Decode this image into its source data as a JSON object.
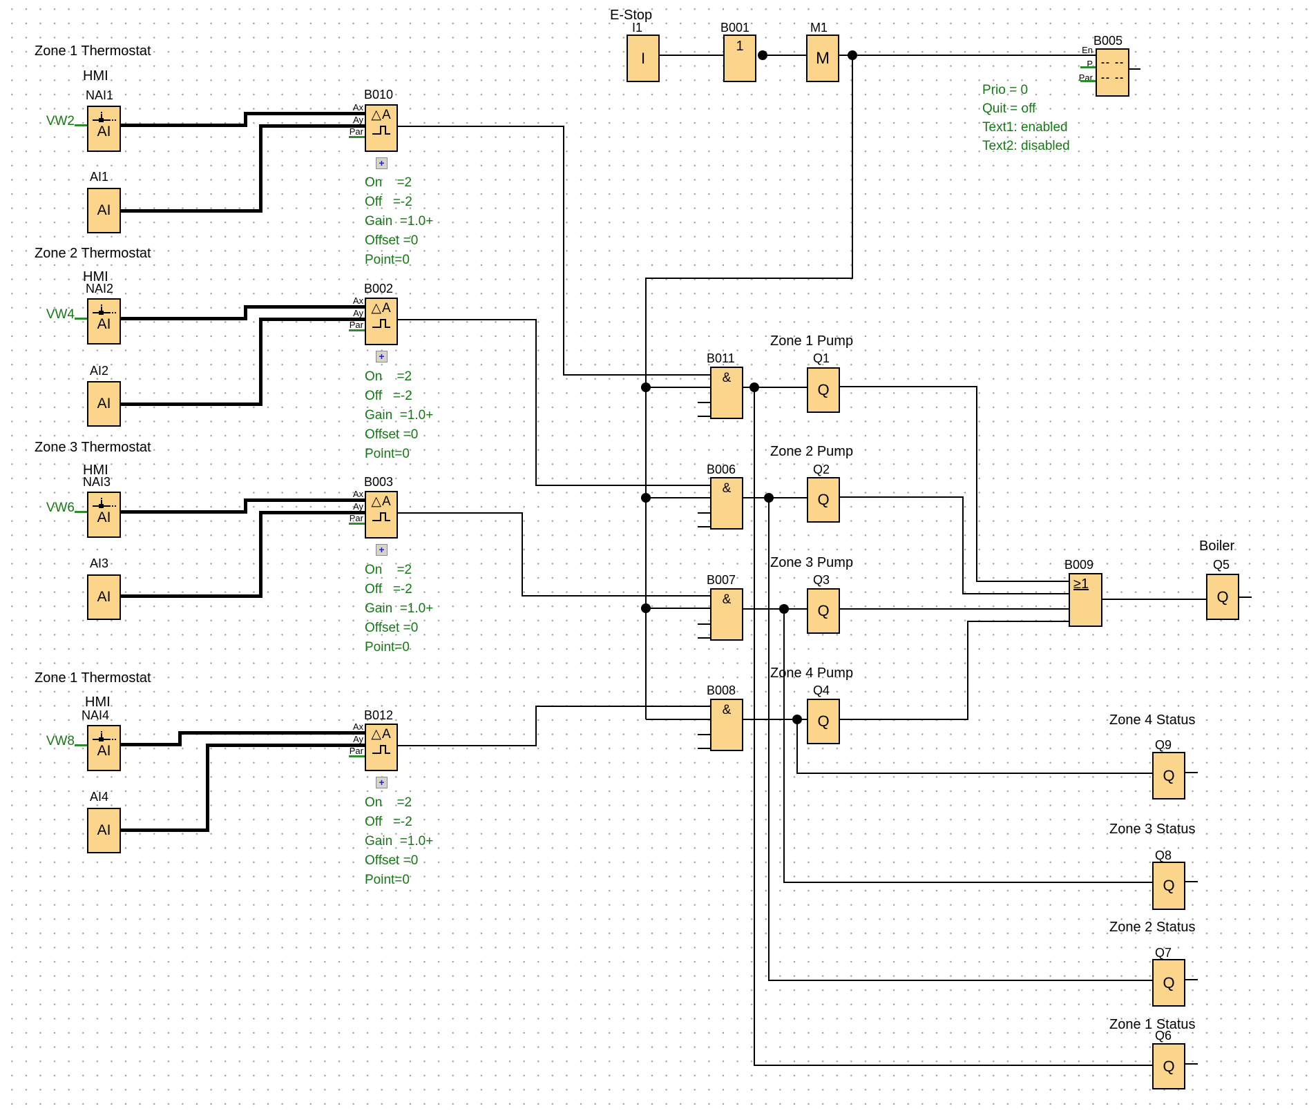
{
  "zones": [
    {
      "title": "Zone 1 Thermostat",
      "hmi": "HMI",
      "nai_label": "NAI1",
      "vw": "VW2",
      "nai_letter": "AI",
      "ai_label": "AI1",
      "ai_letter": "AI",
      "block_label": "B010",
      "b_symbol": "△A",
      "pin_ax": "Ax",
      "pin_ay": "Ay",
      "pin_par": "Par",
      "expand": "+",
      "params": [
        "On    =2",
        "Off   =-2",
        "Gain  =1.0+",
        "Offset =0",
        "Point=0"
      ]
    },
    {
      "title": "Zone 2 Thermostat",
      "hmi": "HMI",
      "nai_label": "NAI2",
      "vw": "VW4",
      "nai_letter": "AI",
      "ai_label": "AI2",
      "ai_letter": "AI",
      "block_label": "B002",
      "b_symbol": "△A",
      "pin_ax": "Ax",
      "pin_ay": "Ay",
      "pin_par": "Par",
      "expand": "+",
      "params": [
        "On    =2",
        "Off   =-2",
        "Gain  =1.0+",
        "Offset =0",
        "Point=0"
      ]
    },
    {
      "title": "Zone 3 Thermostat",
      "hmi": "HMI",
      "nai_label": "NAI3",
      "vw": "VW6",
      "nai_letter": "AI",
      "ai_label": "AI3",
      "ai_letter": "AI",
      "block_label": "B003",
      "b_symbol": "△A",
      "pin_ax": "Ax",
      "pin_ay": "Ay",
      "pin_par": "Par",
      "expand": "+",
      "params": [
        "On    =2",
        "Off   =-2",
        "Gain  =1.0+",
        "Offset =0",
        "Point=0"
      ]
    },
    {
      "title": "Zone 1 Thermostat",
      "hmi": "HMI",
      "nai_label": "NAI4",
      "vw": "VW8",
      "nai_letter": "AI",
      "ai_label": "AI4",
      "ai_letter": "AI",
      "block_label": "B012",
      "b_symbol": "△A",
      "pin_ax": "Ax",
      "pin_ay": "Ay",
      "pin_par": "Par",
      "expand": "+",
      "params": [
        "On    =2",
        "Off   =-2",
        "Gain  =1.0+",
        "Offset =0",
        "Point=0"
      ]
    }
  ],
  "estop": {
    "title": "E-Stop",
    "input_label": "I1",
    "input_letter": "I",
    "not_label": "B001",
    "not_symbol": "1",
    "marker_label": "M1",
    "marker_letter": "M"
  },
  "message_block": {
    "label": "B005",
    "pin_en": "En",
    "pin_p": "P",
    "pin_par": "Par",
    "row1": "-- --",
    "row2": "-- --",
    "params": [
      "Prio = 0",
      "Quit = off",
      "Text1: enabled",
      "Text2: disabled"
    ]
  },
  "pumps": [
    {
      "title": "Zone 1 Pump",
      "and_label": "B011",
      "and_symbol": "&",
      "q_label": "Q1",
      "q_letter": "Q"
    },
    {
      "title": "Zone 2 Pump",
      "and_label": "B006",
      "and_symbol": "&",
      "q_label": "Q2",
      "q_letter": "Q"
    },
    {
      "title": "Zone 3 Pump",
      "and_label": "B007",
      "and_symbol": "&",
      "q_label": "Q3",
      "q_letter": "Q"
    },
    {
      "title": "Zone 4 Pump",
      "and_label": "B008",
      "and_symbol": "&",
      "q_label": "Q4",
      "q_letter": "Q"
    }
  ],
  "boiler": {
    "title": "Boiler",
    "or_label": "B009",
    "or_symbol": "≥1",
    "q_label": "Q5",
    "q_letter": "Q"
  },
  "statuses": [
    {
      "title": "Zone 4 Status",
      "q_label": "Q9",
      "q_letter": "Q"
    },
    {
      "title": "Zone 3 Status",
      "q_label": "Q8",
      "q_letter": "Q"
    },
    {
      "title": "Zone 2 Status",
      "q_label": "Q7",
      "q_letter": "Q"
    },
    {
      "title": "Zone 1 Status",
      "q_label": "Q6",
      "q_letter": "Q"
    }
  ],
  "colors": {
    "block_fill": "#fbd58c",
    "param_green": "#157815",
    "wire": "#000000"
  }
}
